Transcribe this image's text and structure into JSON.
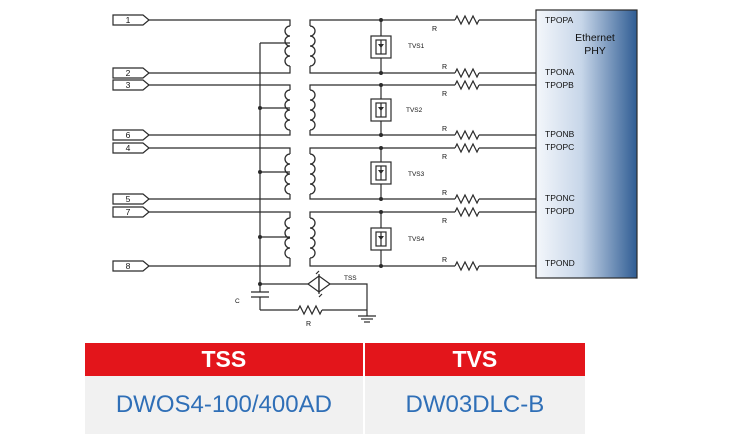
{
  "schematic": {
    "connector_pins": [
      "1",
      "2",
      "3",
      "6",
      "4",
      "5",
      "7",
      "8"
    ],
    "phy": {
      "label_line1": "Ethernet",
      "label_line2": "PHY",
      "pins": [
        "TPOPA",
        "TPONA",
        "TPOPB",
        "TPONB",
        "TPOPC",
        "TPONC",
        "TPOPD",
        "TPOND"
      ]
    },
    "tvs_labels": [
      "TVS1",
      "TVS2",
      "TVS3",
      "TVS4"
    ],
    "resistor_label": "R",
    "tss_label": "TSS",
    "capacitor_label": "C",
    "colors": {
      "phy_fill_light": "#e8eef6",
      "phy_fill_dark": "#2f5c93",
      "wire": "#2b2b2b"
    }
  },
  "table": {
    "headers": [
      "TSS",
      "TVS"
    ],
    "values": [
      "DWOS4-100/400AD",
      "DW03DLC-B"
    ],
    "colors": {
      "header_bg": "#e3151b",
      "header_text": "#ffffff",
      "cell_bg": "#f1f1f1",
      "cell_text": "#2f6fb7"
    }
  }
}
